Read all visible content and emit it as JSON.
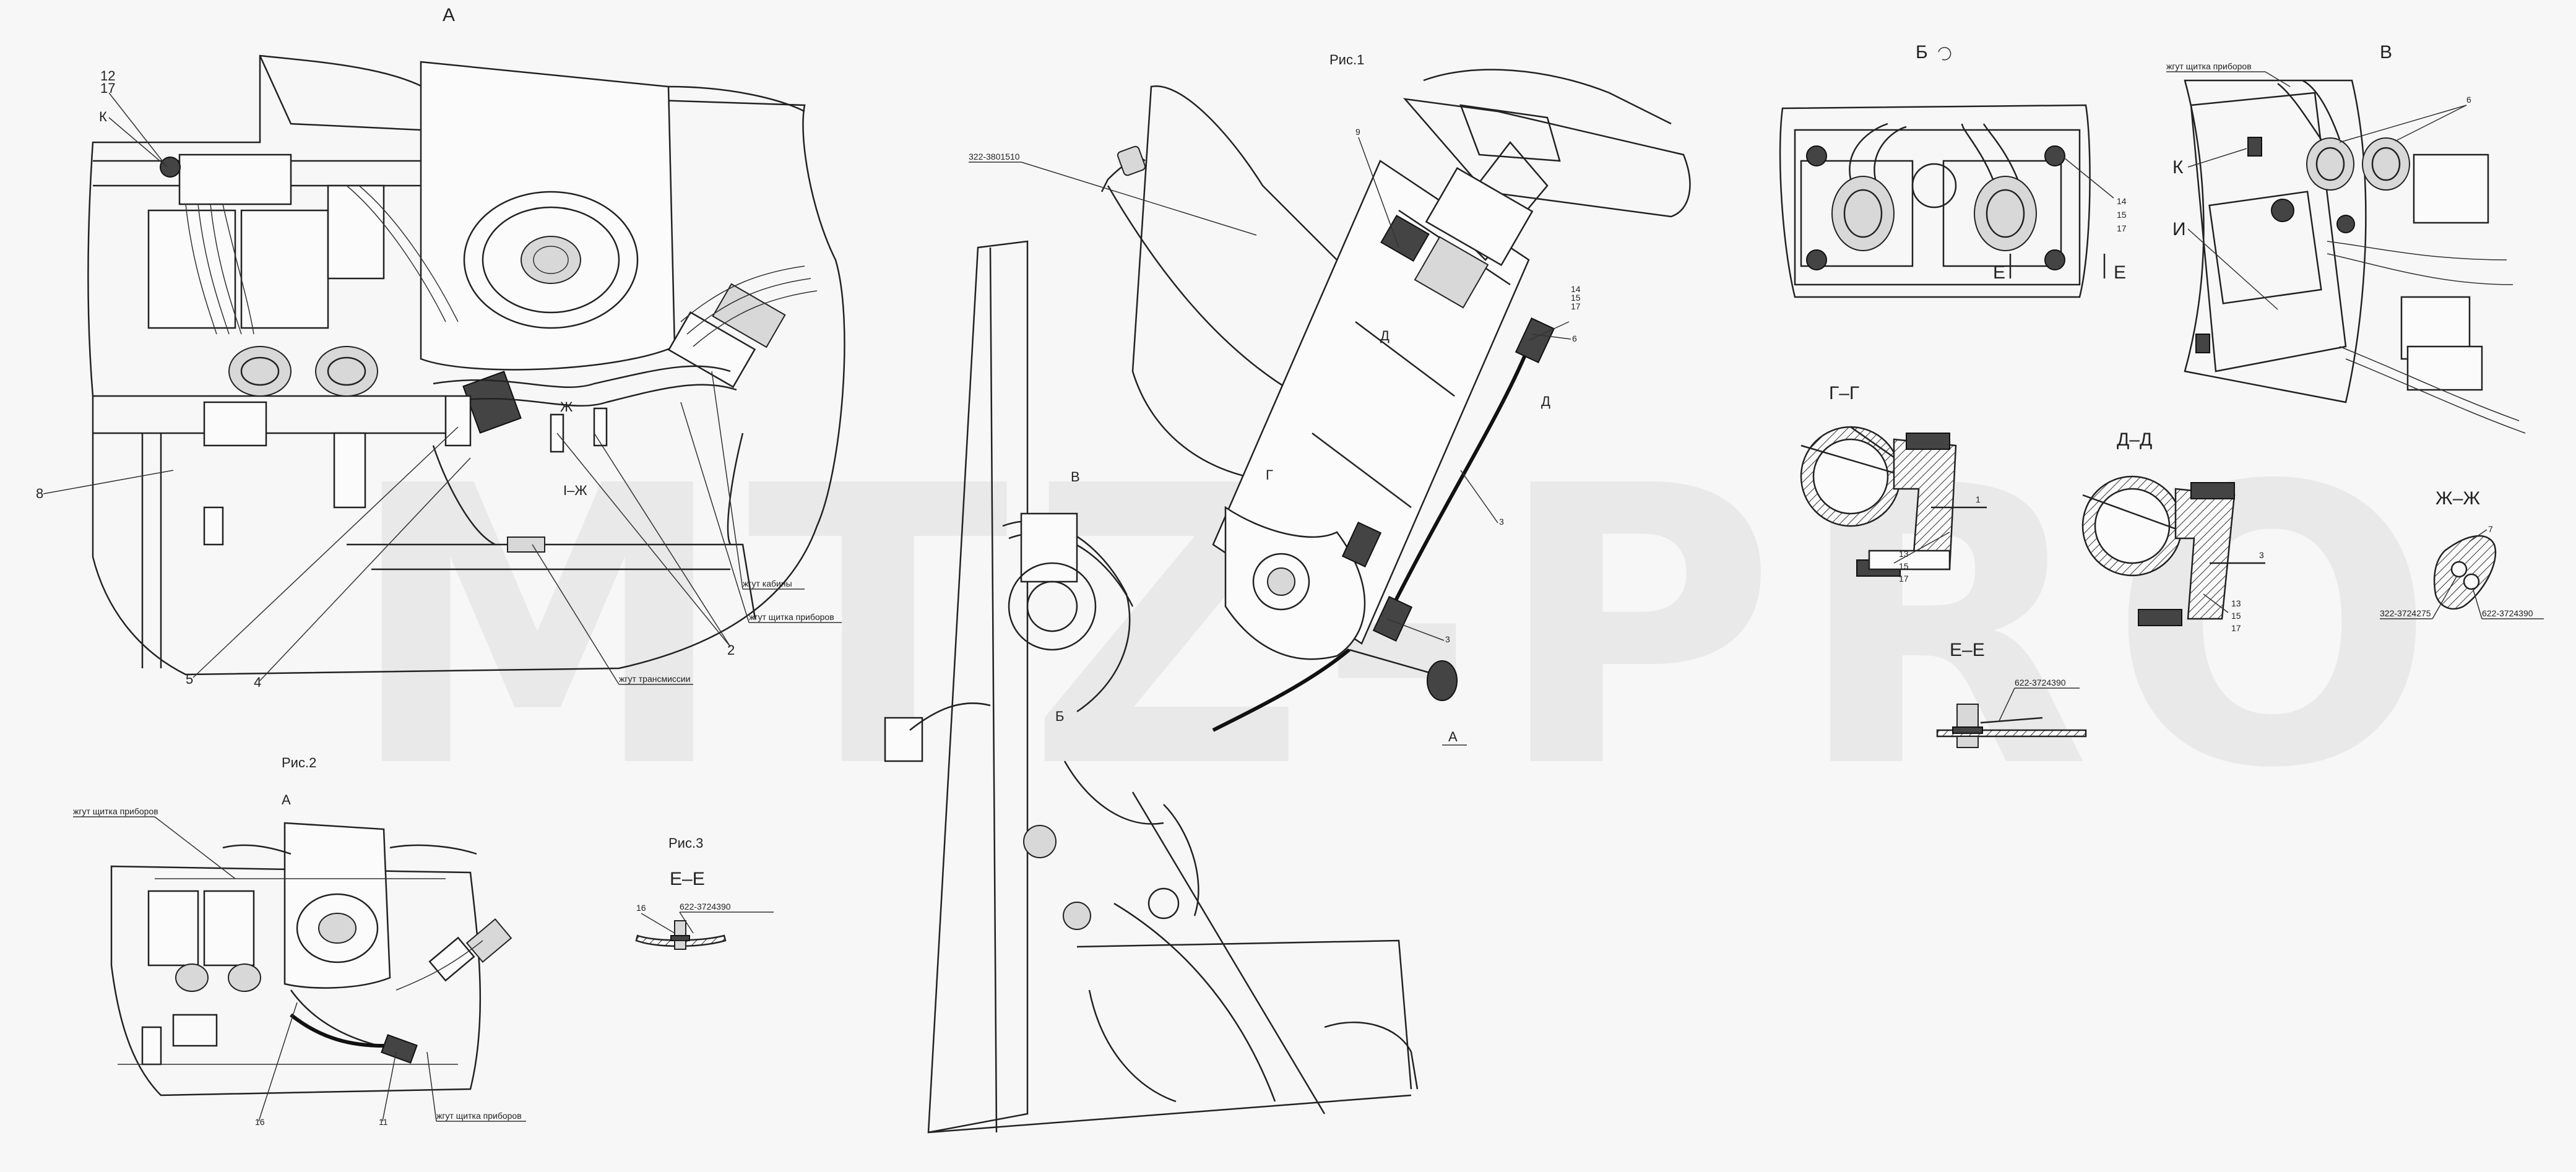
{
  "watermark": "MTZ-PRO",
  "figures": {
    "fig1_title": "Рис.1",
    "fig2_title": "Рис.2",
    "fig3_title": "Рис.3"
  },
  "view_a": {
    "title": "А",
    "callout_k": "К",
    "callout_12_17": "12\n17",
    "callout_8": "8",
    "callout_5": "5",
    "callout_4": "4",
    "callout_2": "2",
    "section_zh": "Ж",
    "section_i_zh": "I–Ж",
    "harness_label_1": "жгут кабины",
    "harness_label_2": "жгут щитка приборов",
    "harness_label_3": "жгут трансмиссии"
  },
  "fig1": {
    "part_number": "322-3801510",
    "callout_9": "9",
    "callout_14": "14",
    "callout_15": "15",
    "callout_17": "17",
    "callout_6": "6",
    "callout_3": "3",
    "callout_d": "Д",
    "callout_g": "Г",
    "callout_v": "В",
    "callout_b": "Б",
    "view_label_a": "А"
  },
  "view_b": {
    "title": "Б",
    "callout_14": "14",
    "callout_15": "15",
    "callout_17": "17",
    "section_e_left": "Е",
    "section_e_right": "Е"
  },
  "view_v": {
    "title": "В",
    "harness_label": "жгут щитка приборов",
    "callout_6": "6",
    "callout_k": "К",
    "callout_i": "И"
  },
  "section_g": {
    "title": "Г–Г",
    "callout_1": "1",
    "callout_13": "13",
    "callout_15": "15",
    "callout_17": "17"
  },
  "section_d": {
    "title": "Д–Д",
    "callout_3": "3",
    "callout_13": "13",
    "callout_15": "15",
    "callout_17": "17"
  },
  "section_zhzh": {
    "title": "Ж–Ж",
    "callout_7": "7",
    "part_left": "322-3724275",
    "part_right": "622-3724390"
  },
  "section_ee": {
    "title": "Е–Е",
    "part": "622-3724390"
  },
  "fig2": {
    "title": "А",
    "harness_top": "жгут щитка приборов",
    "callout_16": "16",
    "callout_11": "11",
    "harness_bottom": "жгут щитка приборов"
  },
  "fig3": {
    "title": "Е–Е",
    "callout_16": "16",
    "part": "622-3724390"
  }
}
